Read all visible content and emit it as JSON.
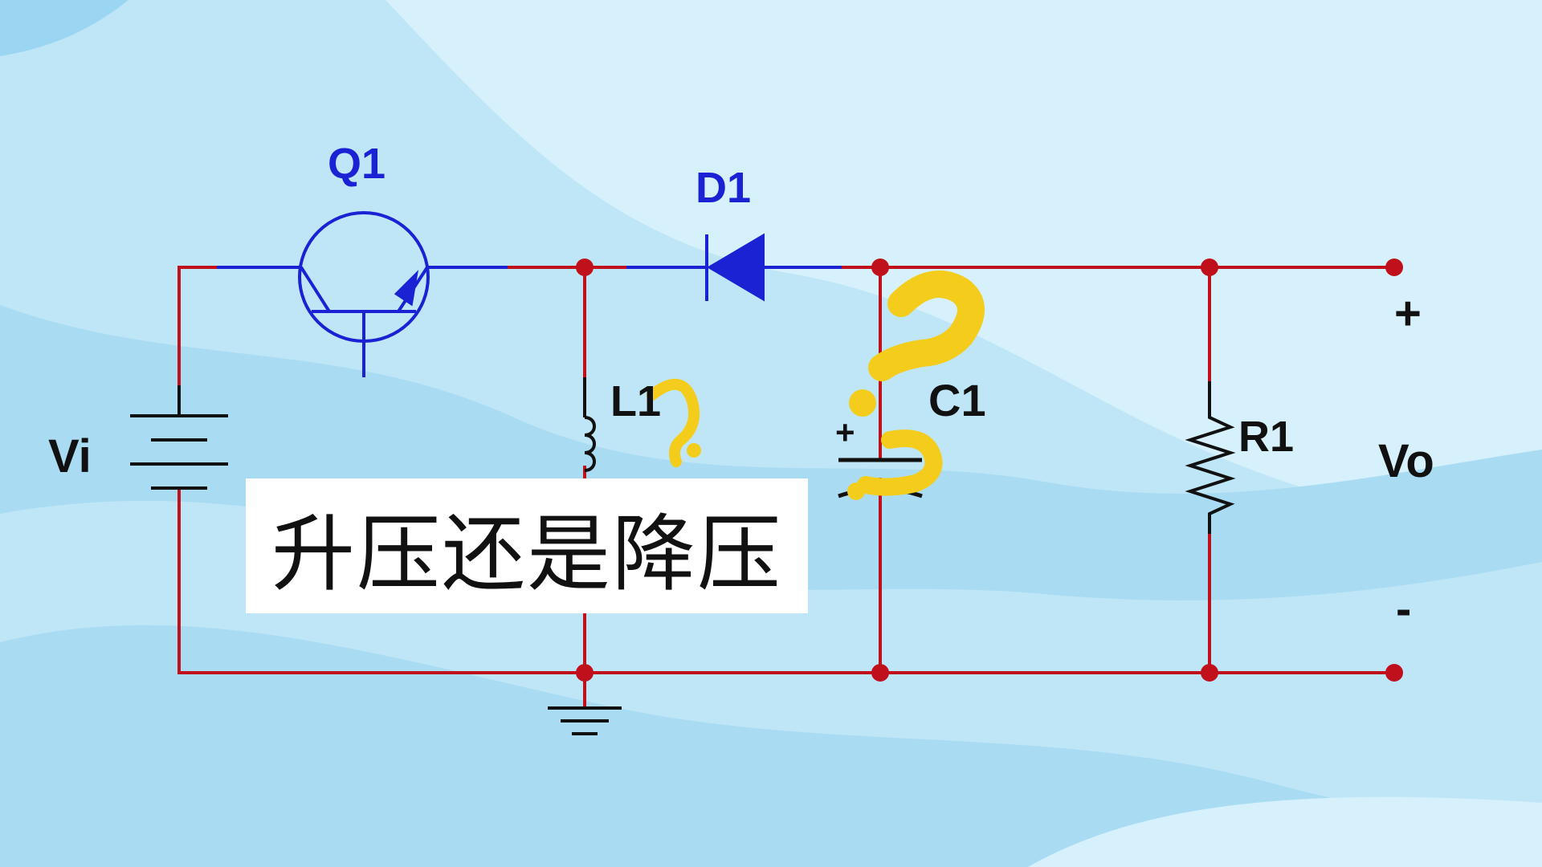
{
  "labels": {
    "q1": "Q1",
    "d1": "D1",
    "vi": "Vi",
    "l1": "L1",
    "c1": "C1",
    "c1_plus": "+",
    "r1": "R1",
    "vo": "Vo",
    "out_plus": "+",
    "out_minus": "-"
  },
  "caption": "升压还是降压",
  "colors": {
    "background": "#bfe6f7",
    "wire_red": "#c0101c",
    "component_blue": "#1a22d4",
    "component_black": "#111111",
    "question_mark": "#f4cd1c"
  },
  "annotations": [
    {
      "icon": "question-mark-icon",
      "target": "L1"
    },
    {
      "icon": "question-mark-icon",
      "target": "C1"
    }
  ]
}
